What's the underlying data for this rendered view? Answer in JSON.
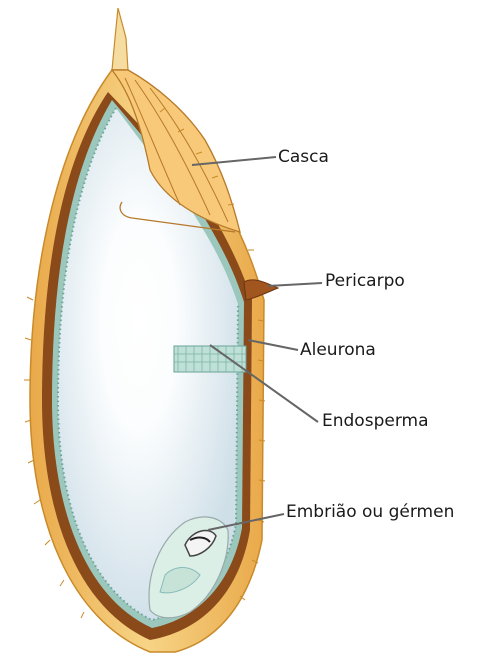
{
  "labels": {
    "casca": "Casca",
    "pericarpo": "Pericarpo",
    "aleurona": "Aleurona",
    "endosperma": "Endosperma",
    "embriao": "Embrião ou gérmen"
  },
  "colors": {
    "hull": "#f2c566",
    "hull_edge": "#c98a2a",
    "pericarp": "#8a4a1a",
    "endosperm": "#dde9f0",
    "endosperm_highlight": "#ffffff",
    "aleurone": "#7fb3a8",
    "embryo": "#cfe6dc",
    "leader_line": "#666666"
  }
}
